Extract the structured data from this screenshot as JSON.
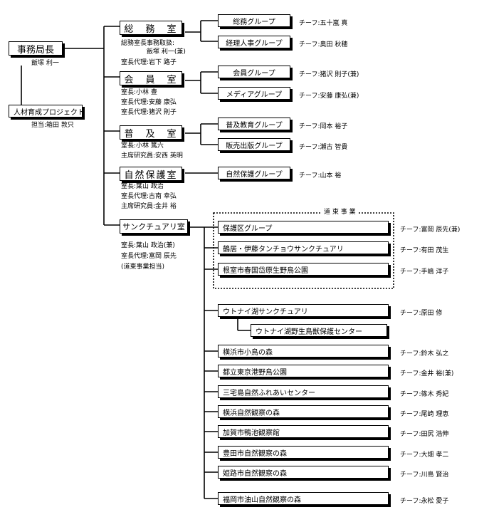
{
  "director": {
    "title": "事務局長",
    "name": "飯塚 利一"
  },
  "project": {
    "title": "人材育成プロジェクト",
    "lead": "担当:箱田 敦只"
  },
  "offices": [
    {
      "title": "総　務　室",
      "notes": [
        "総務室長事務取扱:",
        "　　　　飯塚 利一(兼)",
        "室長代理:岩下 路子"
      ],
      "groups": [
        {
          "name": "総務グループ",
          "chief": "チーフ:五十嵐 真"
        },
        {
          "name": "経理人事グループ",
          "chief": "チーフ:奥田 秋穂"
        }
      ]
    },
    {
      "title": "会　員　室",
      "notes": [
        "室長:小林 豊",
        "室長代理:安藤 康弘",
        "室長代理:猪沢 則子"
      ],
      "groups": [
        {
          "name": "会員グループ",
          "chief": "チーフ:猪沢 則子(兼)"
        },
        {
          "name": "メディアグループ",
          "chief": "チーフ:安藤 康弘(兼)"
        }
      ]
    },
    {
      "title": "普　及　室",
      "notes": [
        "室長:小林 篤六",
        "主席研究員:安西 英明"
      ],
      "groups": [
        {
          "name": "普及教育グループ",
          "chief": "チーフ:岡本 裕子"
        },
        {
          "name": "販売出版グループ",
          "chief": "チーフ:瀬古 智貴"
        }
      ]
    },
    {
      "title": "自然保護室",
      "notes": [
        "室長:葉山 政治",
        "室長代理:古南 幸弘",
        "主席研究員:金井 裕"
      ],
      "groups": [
        {
          "name": "自然保護グループ",
          "chief": "チーフ:山本 裕"
        }
      ]
    },
    {
      "title": "サンクチュアリ室",
      "notes": [
        "室長:葉山 政治(兼)",
        "室長代理:富岡 辰先",
        "(道東事業担当)"
      ],
      "doto_label": "道 東 事 業",
      "doto": [
        {
          "name": "保護区グループ",
          "chief": "チーフ:富岡 辰先(兼)"
        },
        {
          "name": "鶴居・伊藤タンチョウサンクチュアリ",
          "chief": "チーフ:有田 茂生"
        },
        {
          "name": "根室市春国岱原生野鳥公園",
          "chief": "チーフ:手嶋 洋子"
        }
      ],
      "utonai": {
        "name": "ウトナイ湖サンクチュアリ",
        "chief": "チーフ:原田 修",
        "sub": "ウトナイ湖野生鳥獣保護センター"
      },
      "facilities": [
        {
          "name": "横浜市小鳥の森",
          "chief": "チーフ:鈴木 弘之"
        },
        {
          "name": "都立東京港野鳥公園",
          "chief": "チーフ:金井 裕(兼)"
        },
        {
          "name": "三宅島自然ふれあいセンター",
          "chief": "チーフ:篠木 秀紀"
        },
        {
          "name": "横浜自然観察の森",
          "chief": "チーフ:尾崎 理恵"
        },
        {
          "name": "加賀市鴨池観察館",
          "chief": "チーフ:田尻 浩伸"
        },
        {
          "name": "豊田市自然観察の森",
          "chief": "チーフ:大畑 孝二"
        },
        {
          "name": "姫路市自然観察の森",
          "chief": "チーフ:川島 賢治"
        },
        {
          "name": "福岡市油山自然観察の森",
          "chief": "チーフ:永松 愛子"
        }
      ]
    }
  ]
}
